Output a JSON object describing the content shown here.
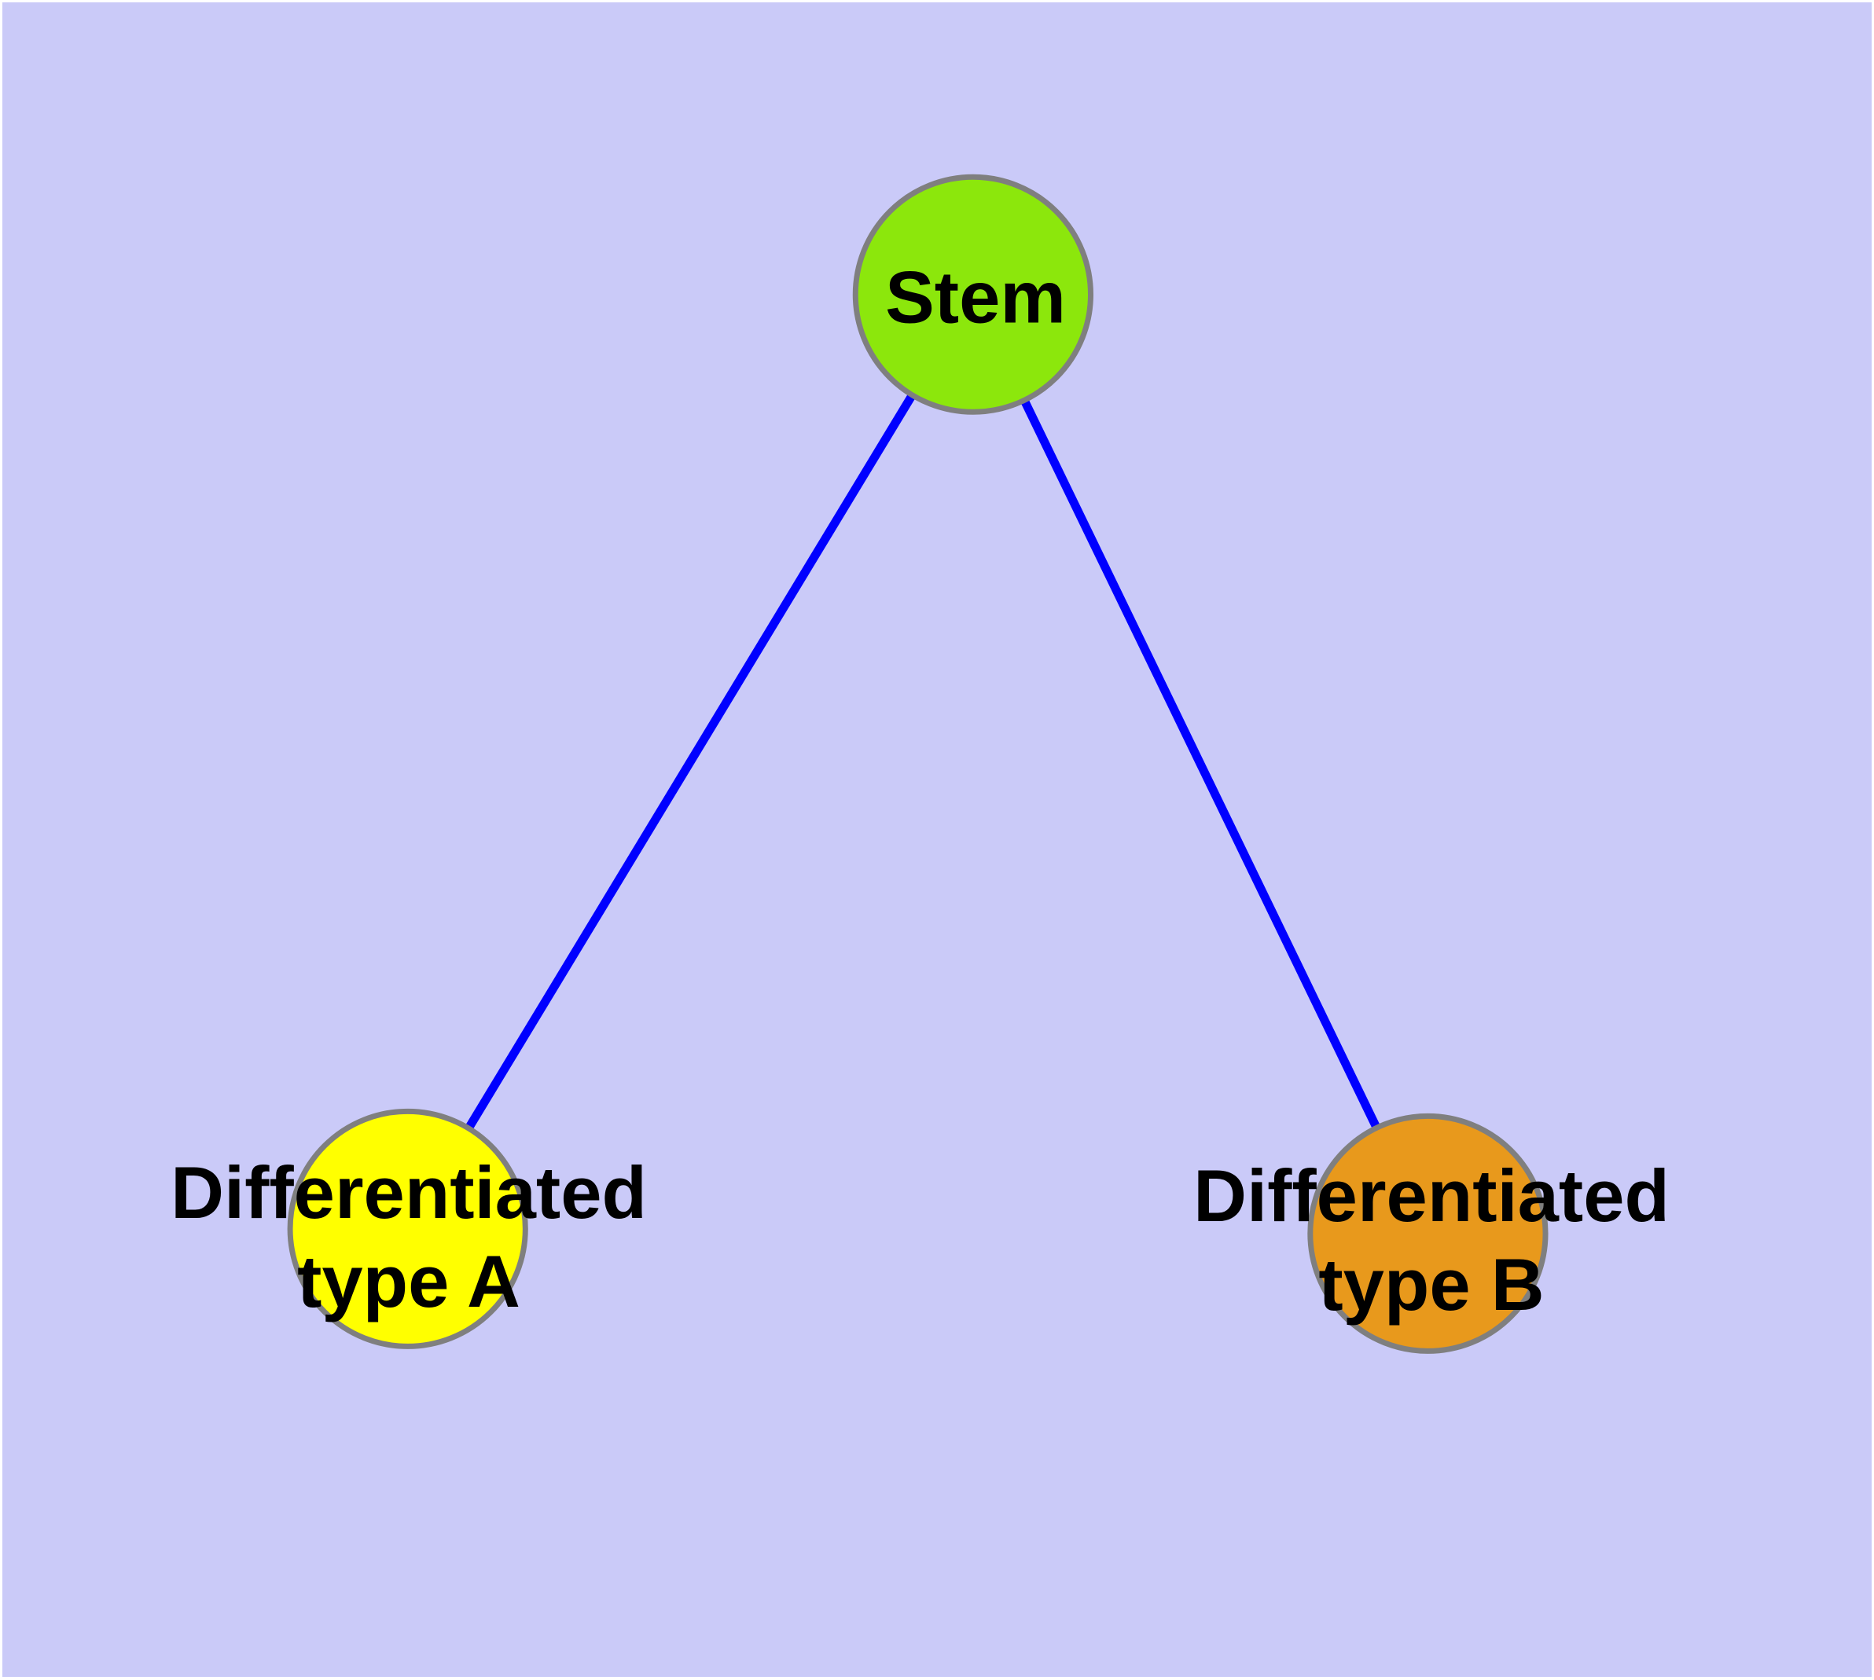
{
  "diagram": {
    "type": "node-link-graph",
    "background_color": "#cacaf8",
    "frame_color": "#ffffff",
    "edge_color": "#0000ff",
    "node_border_color": "#7f7f7f",
    "label_color": "#000000",
    "nodes": [
      {
        "id": "stem",
        "label": "Stem",
        "label_lines": [
          "Stem"
        ],
        "color": "#8ce70c"
      },
      {
        "id": "type-a",
        "label": "Differentiated type A",
        "label_lines": [
          "Differentiated",
          "type A"
        ],
        "color": "#ffff00"
      },
      {
        "id": "type-b",
        "label": "Differentiated type B",
        "label_lines": [
          "Differentiated",
          "type B"
        ],
        "color": "#e8991c"
      }
    ],
    "edges": [
      {
        "from": "Stem",
        "to": "Differentiated type A"
      },
      {
        "from": "Stem",
        "to": "Differentiated type B"
      }
    ]
  }
}
